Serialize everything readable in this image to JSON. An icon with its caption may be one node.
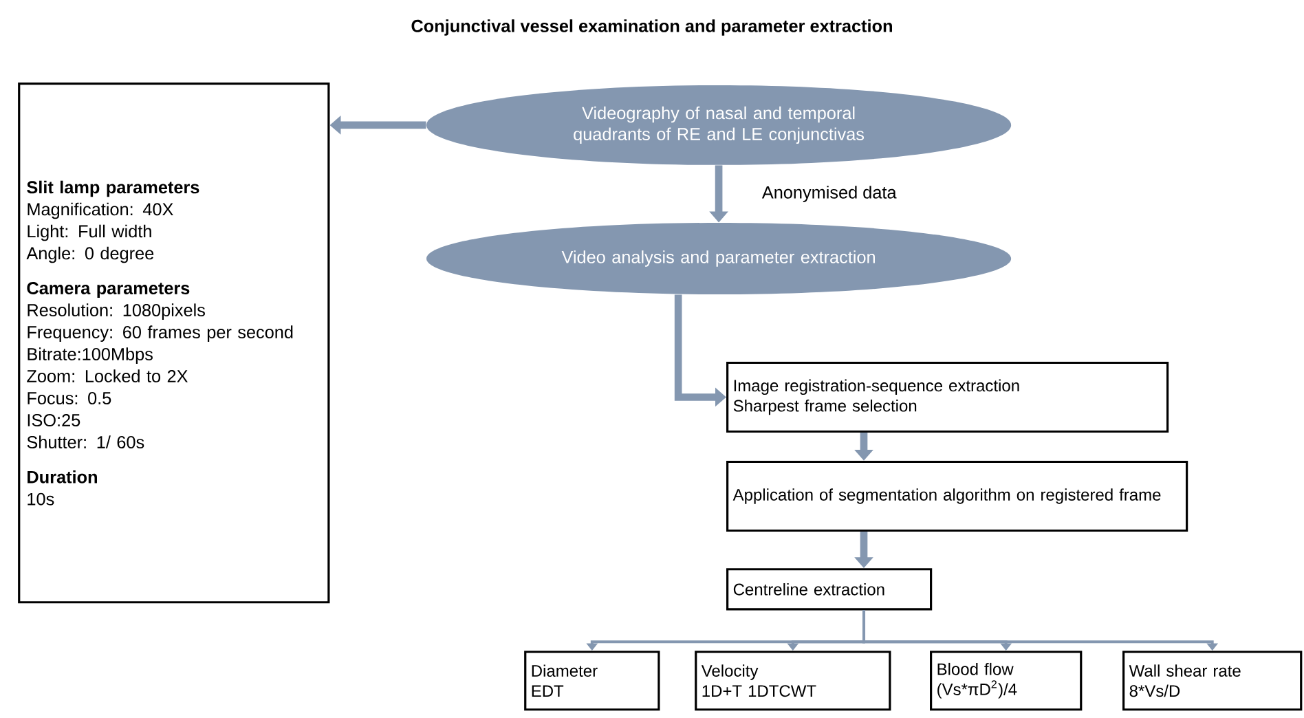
{
  "diagram": {
    "title": "Conjunctival vessel examination and parameter extraction",
    "nodes": [
      {
        "text": [
          "Slit lamp parameters",
          "Magnification: 40X",
          "Light: Full width",
          "Angle: 0 degree",
          "Camera parameters",
          "Resolution: 1080pixels",
          "Frequency: 60 frames per second",
          "Bitrate:100Mbps",
          "Zoom: Locked to 2X",
          "Focus: 0.5",
          "ISO:25",
          "Shutter: 1/ 60s",
          "Duration",
          "10s"
        ]
      },
      {
        "text": [
          "Videography of nasal and temporal quadrants of RE and LE conjunctivas"
        ]
      },
      {
        "text": [
          "Video analysis and parameter extraction"
        ]
      },
      {
        "text": [
          "Image registration-sequence extraction",
          "Sharpest frame selection"
        ]
      },
      {
        "text": [
          "Application of segmentation algorithm on registered frame"
        ]
      },
      {
        "text": [
          "Centreline extraction"
        ]
      },
      {
        "text": [
          "Diameter",
          "EDT"
        ]
      },
      {
        "text": [
          "Velocity",
          "1D+T 1DTCWT"
        ]
      },
      {
        "text": [
          "Blood flow",
          "(Vs*πD$^{2}$)/4"
        ]
      },
      {
        "text": [
          "Wall shear rate",
          "8*Vs/D"
        ]
      }
    ],
    "edges": [
      {
        "from": 1,
        "to": 0,
        "arrow": "to"
      },
      {
        "from": 1,
        "to": 2,
        "arrow": "to",
        "label": "Anonymised data"
      },
      {
        "from": 2,
        "to": 3,
        "arrow": "to"
      },
      {
        "from": 3,
        "to": 4,
        "arrow": "to"
      },
      {
        "from": 4,
        "to": 5,
        "arrow": "to"
      },
      {
        "from": 5,
        "to": 6,
        "arrow": "to"
      },
      {
        "from": 5,
        "to": 7,
        "arrow": "to"
      },
      {
        "from": 5,
        "to": 8,
        "arrow": "to"
      },
      {
        "from": 5,
        "to": 9,
        "arrow": "to"
      }
    ]
  }
}
